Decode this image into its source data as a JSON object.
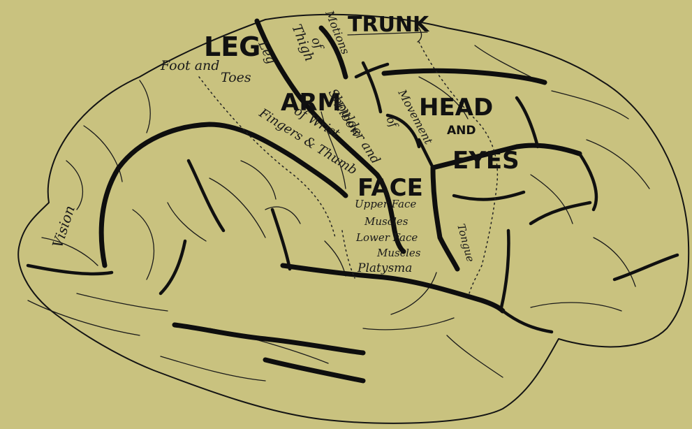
{
  "diagram": {
    "background_color": "#c9c27f",
    "ink_color": "#111111",
    "labels": {
      "trunk": "TRUNK",
      "leg": "LEG",
      "arm": "ARM",
      "head": "HEAD",
      "and": "AND",
      "eyes": "EYES",
      "face": "FACE",
      "leg_small": "Leg",
      "foot_and": "Foot and",
      "toes": "Toes",
      "thigh": "Thigh",
      "of": "of",
      "motions": "Motions",
      "shoulder_and": "Shoulder and",
      "elbow": "Elbow",
      "of_wrist": "of Wrist",
      "fingers_thumb": "Fingers & Thumb",
      "movement": "Movement",
      "of_movement": "of",
      "upper_face": "Upper Face",
      "muscles_upper": "Muscles",
      "lower_face": "Lower Face",
      "muscles_lower": "Muscles",
      "platysma": "Platysma",
      "tongue": "Tongue",
      "vision": "Vision"
    }
  }
}
